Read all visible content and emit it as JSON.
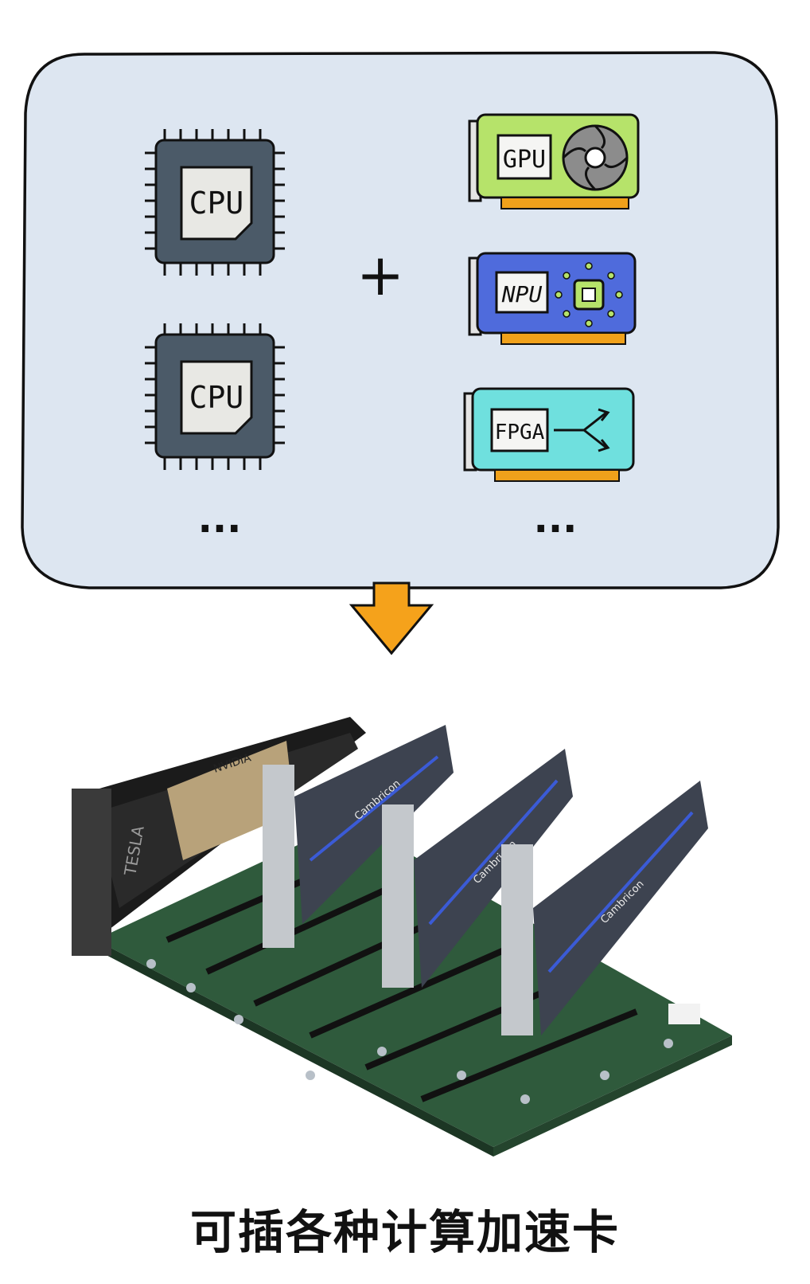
{
  "left_column": {
    "cpu_chips": [
      {
        "label": "CPU",
        "icon": "cpu-chip-icon"
      },
      {
        "label": "CPU",
        "icon": "cpu-chip-icon"
      }
    ],
    "ellipsis": "..."
  },
  "plus_sign": "+",
  "right_column": {
    "accelerator_cards": [
      {
        "label": "GPU",
        "icon": "gpu-card-icon",
        "color": "#b6e36a",
        "decor": "fan-icon"
      },
      {
        "label": "NPU",
        "icon": "npu-card-icon",
        "color": "#4f6bdc",
        "decor": "neural-chip-icon"
      },
      {
        "label": "FPGA",
        "icon": "fpga-card-icon",
        "color": "#6fe0de",
        "decor": "branch-arrow-icon"
      }
    ],
    "ellipsis": "..."
  },
  "arrow": {
    "icon": "down-arrow-icon",
    "color": "#f5a21b"
  },
  "photo": {
    "icon": "pcie-backplane-photo",
    "board_color": "#2f5a3c",
    "card_brands": [
      "TESLA",
      "NVIDIA",
      "Cambricon",
      "Cambricon",
      "Cambricon"
    ]
  },
  "caption": "可插各种计算加速卡",
  "colors": {
    "panel_fill": "#dde6f1",
    "chip_dark": "#4b5a68",
    "chip_face": "#e8e8e4",
    "gold_pin": "#f0a11b"
  }
}
